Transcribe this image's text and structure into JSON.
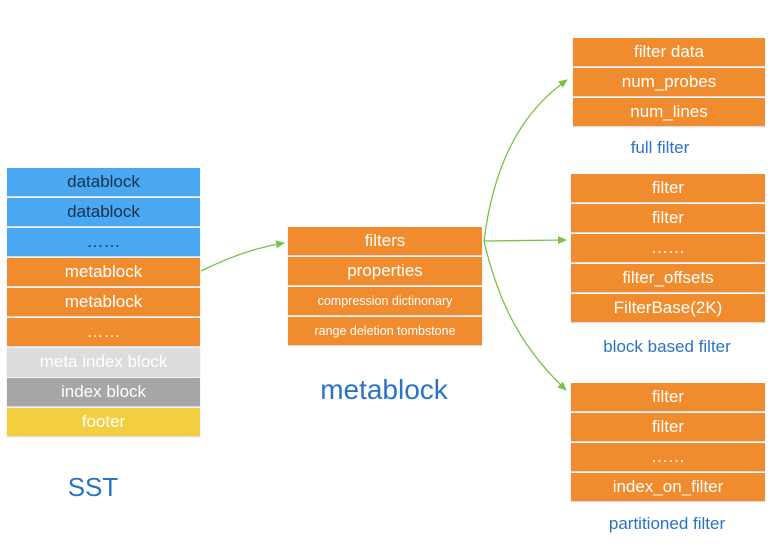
{
  "sst": {
    "label": "SST",
    "blocks": [
      {
        "text": "datablock",
        "kind": "blue"
      },
      {
        "text": "datablock",
        "kind": "blue"
      },
      {
        "text": "……",
        "kind": "blue"
      },
      {
        "text": "metablock",
        "kind": "orange"
      },
      {
        "text": "metablock",
        "kind": "orange"
      },
      {
        "text": "……",
        "kind": "orange"
      },
      {
        "text": "meta index block",
        "kind": "light-gray"
      },
      {
        "text": "index block",
        "kind": "dark-gray"
      },
      {
        "text": "footer",
        "kind": "yellow"
      }
    ]
  },
  "metablock": {
    "label": "metablock",
    "blocks": [
      {
        "text": "filters"
      },
      {
        "text": "properties"
      },
      {
        "text": "compression dictinonary"
      },
      {
        "text": "range deletion tombstone"
      }
    ]
  },
  "full_filter": {
    "label": "full filter",
    "blocks": [
      {
        "text": "filter data"
      },
      {
        "text": "num_probes"
      },
      {
        "text": "num_lines"
      }
    ]
  },
  "block_based_filter": {
    "label": "block based filter",
    "blocks": [
      {
        "text": "filter"
      },
      {
        "text": "filter"
      },
      {
        "text": "……"
      },
      {
        "text": "filter_offsets"
      },
      {
        "text": "FilterBase(2K)"
      }
    ]
  },
  "partitioned_filter": {
    "label": "partitioned filter",
    "blocks": [
      {
        "text": "filter"
      },
      {
        "text": "filter"
      },
      {
        "text": "……"
      },
      {
        "text": "index_on_filter"
      }
    ]
  },
  "colors": {
    "blue": "#4aa8f2",
    "orange": "#f08c2e",
    "light_gray": "#dcdcdc",
    "dark_gray": "#a6a6a6",
    "yellow": "#f3cf3f",
    "arrow": "#79c24a",
    "label": "#2a73c6"
  }
}
